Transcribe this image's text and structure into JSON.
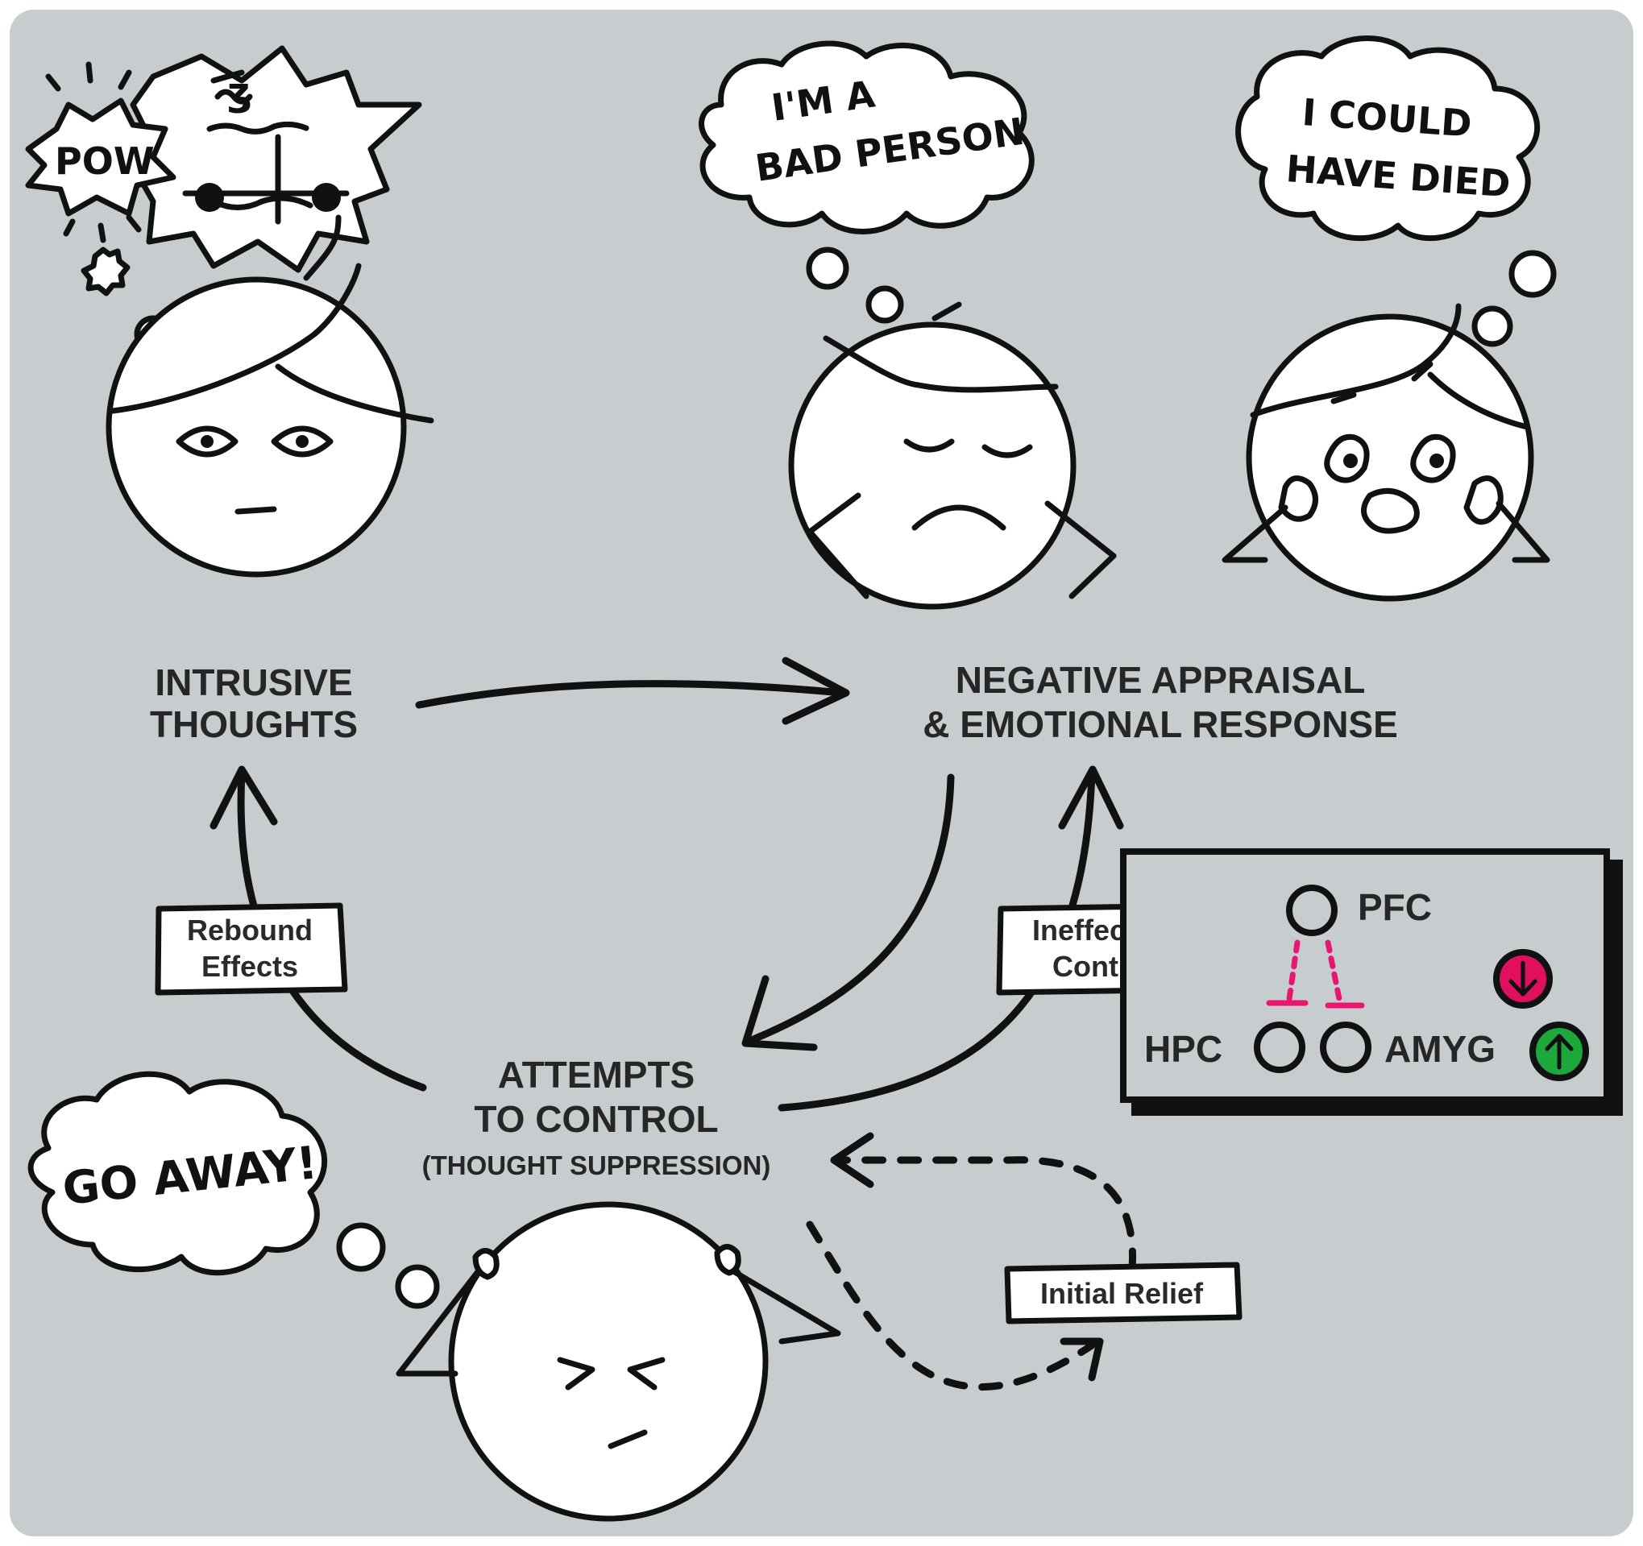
{
  "colors": {
    "background": "#c7ccce",
    "ink": "#111111",
    "inhibit_pink": "#e8166f",
    "down_badge": "#e0105e",
    "up_badge": "#1ca83a"
  },
  "nodes": {
    "intrusive": {
      "line1": "INTRUSIVE",
      "line2": "THOUGHTS"
    },
    "appraisal": {
      "line1": "NEGATIVE APPRAISAL",
      "line2": "& EMOTIONAL RESPONSE"
    },
    "control": {
      "line1": "ATTEMPTS",
      "line2": "TO CONTROL",
      "line3": "(THOUGHT SUPPRESSION)"
    }
  },
  "edge_labels": {
    "rebound": {
      "line1": "Rebound",
      "line2": "Effects"
    },
    "ineffective": {
      "line1": "Ineffective",
      "line2": "Control"
    },
    "relief": "Initial Relief"
  },
  "speech": {
    "pow": "POW",
    "car_squiggle": "ʒ",
    "bad_line1": "I'M  A",
    "bad_line2": "BAD PERSON",
    "died_line1": "I COULD",
    "died_line2": "HAVE DIED",
    "go_away": "GO AWAY!"
  },
  "brain_panel": {
    "pfc": "PFC",
    "hpc": "HPC",
    "amyg": "AMYG",
    "down_icon": "down-arrow-icon",
    "up_icon": "up-arrow-icon"
  }
}
